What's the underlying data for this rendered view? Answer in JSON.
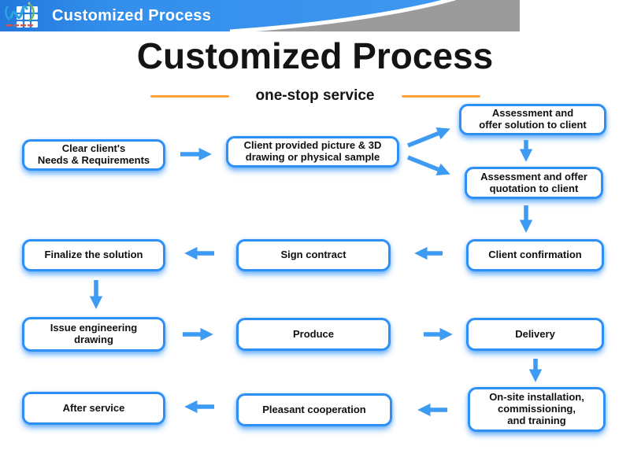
{
  "topbar": {
    "title": "Customized Process"
  },
  "heading": {
    "title": "Customized Process",
    "subtitle": "one-stop service"
  },
  "colors": {
    "bar_blue": "#2E8BE8",
    "bar_gray": "#9B9B9B",
    "box_border": "#2E90F7",
    "arrow_blue": "#3E9BF3",
    "divider_orange": "#F9A43C",
    "title_black": "#141414",
    "logo_blue": "#2EA7E0",
    "logo_green": "#5CB85C"
  },
  "icons": {
    "grid": "grid-icon",
    "logo": "logo-icon"
  },
  "flow": {
    "nodes": [
      {
        "id": "clear-needs",
        "label": "Clear client's\nNeeds & Requirements"
      },
      {
        "id": "client-provided",
        "label": "Client provided picture & 3D\ndrawing or physical sample"
      },
      {
        "id": "offer-solution",
        "label": "Assessment and\noffer solution to client"
      },
      {
        "id": "offer-quotation",
        "label": "Assessment and offer\nquotation to client"
      },
      {
        "id": "client-confirmation",
        "label": "Client confirmation"
      },
      {
        "id": "sign-contract",
        "label": "Sign contract"
      },
      {
        "id": "finalize-solution",
        "label": "Finalize the solution"
      },
      {
        "id": "issue-drawing",
        "label": "Issue engineering\ndrawing"
      },
      {
        "id": "produce",
        "label": "Produce"
      },
      {
        "id": "delivery",
        "label": "Delivery"
      },
      {
        "id": "onsite-installation",
        "label": "On-site installation,\ncommissioning,\nand training"
      },
      {
        "id": "pleasant-cooperation",
        "label": "Pleasant cooperation"
      },
      {
        "id": "after-service",
        "label": "After service"
      }
    ]
  }
}
